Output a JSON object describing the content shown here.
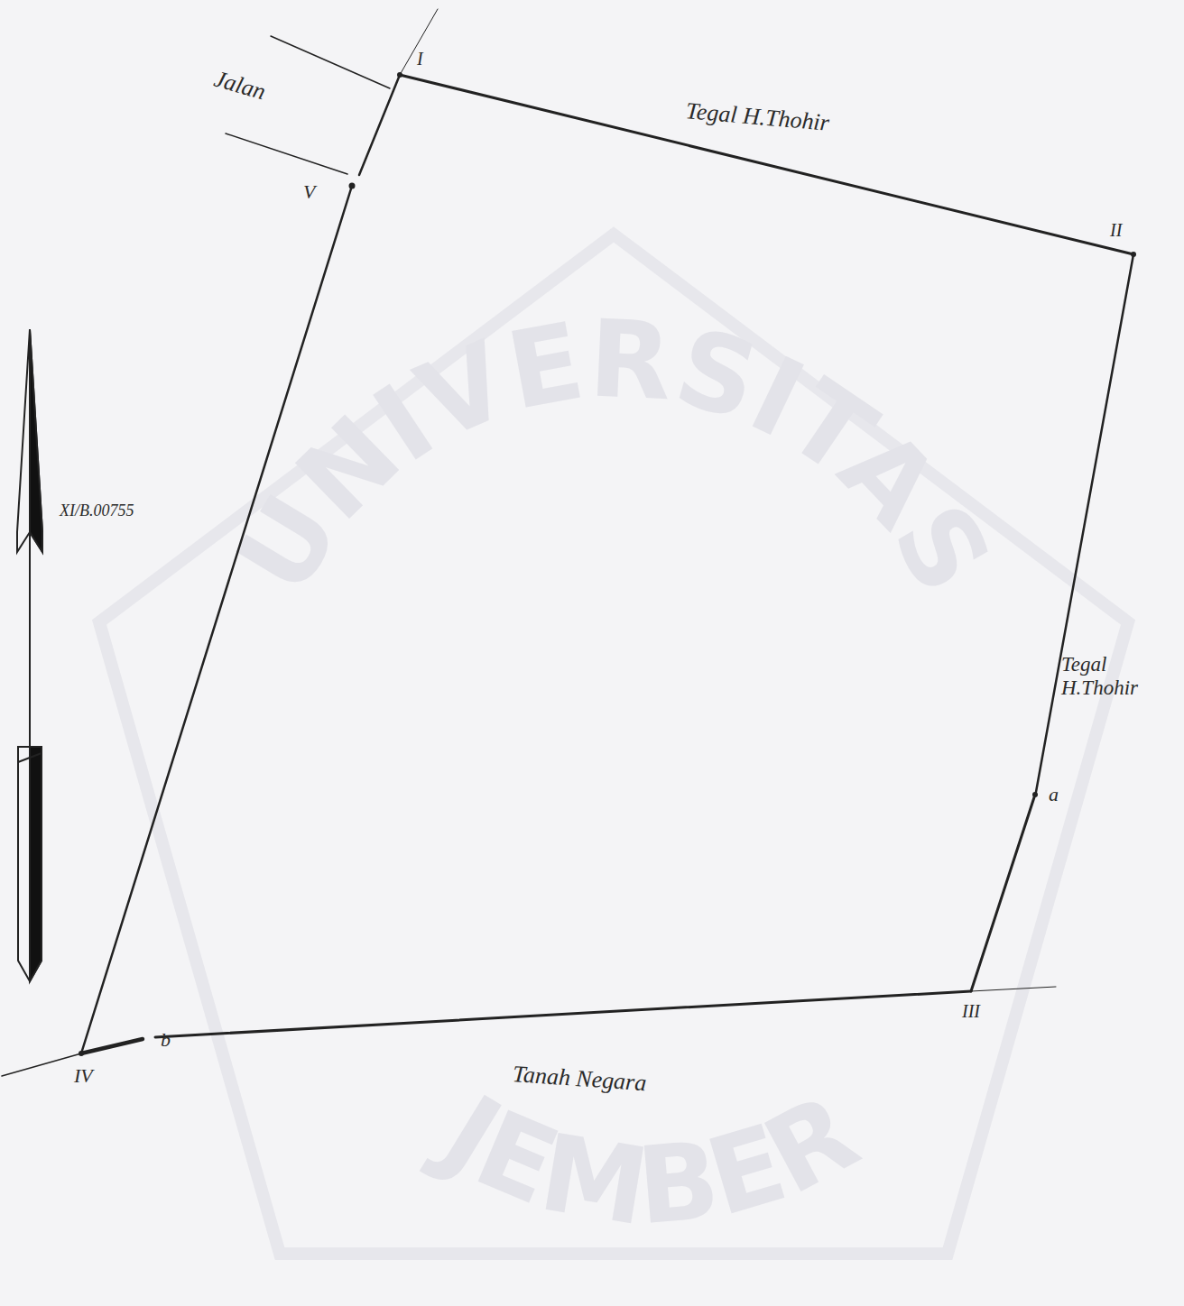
{
  "diagram": {
    "labels": [
      "Jalan",
      "I",
      "Tegal H.Thohir",
      "V",
      "II",
      "XI/B.00755",
      "Tegal H.Thohir",
      "a",
      "III",
      "IV",
      "b",
      "Tanah Negara",
      "UNIVERSITAS",
      "JEMBER"
    ]
  }
}
